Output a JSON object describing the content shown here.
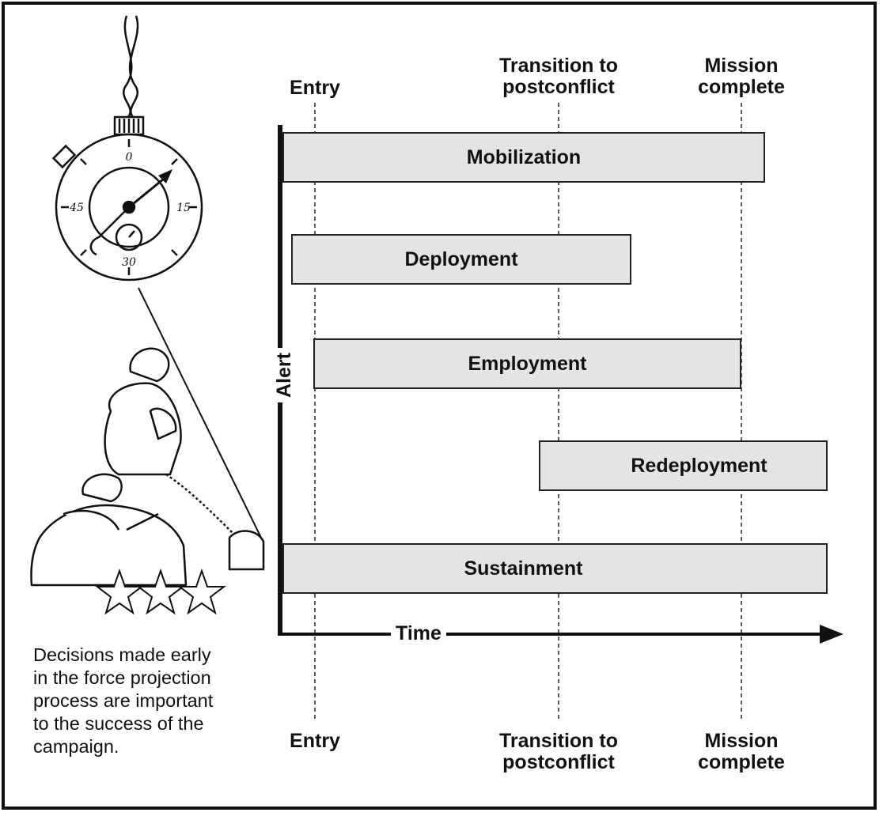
{
  "milestones": {
    "entry": "Entry",
    "transition": "Transition to\npostconflict",
    "mission": "Mission\ncomplete"
  },
  "phases": [
    {
      "label": "Mobilization"
    },
    {
      "label": "Deployment"
    },
    {
      "label": "Employment"
    },
    {
      "label": "Redeployment"
    },
    {
      "label": "Sustainment"
    }
  ],
  "axis": {
    "y_label": "Alert",
    "x_label": "Time"
  },
  "caption": "Decisions made early\nin the force projection\nprocess are important\nto the success of the\ncampaign.",
  "stopwatch": {
    "dial": [
      "0",
      "15",
      "30",
      "45"
    ]
  },
  "colors": {
    "bar_fill": "#e4e4e4",
    "line": "#111111"
  }
}
